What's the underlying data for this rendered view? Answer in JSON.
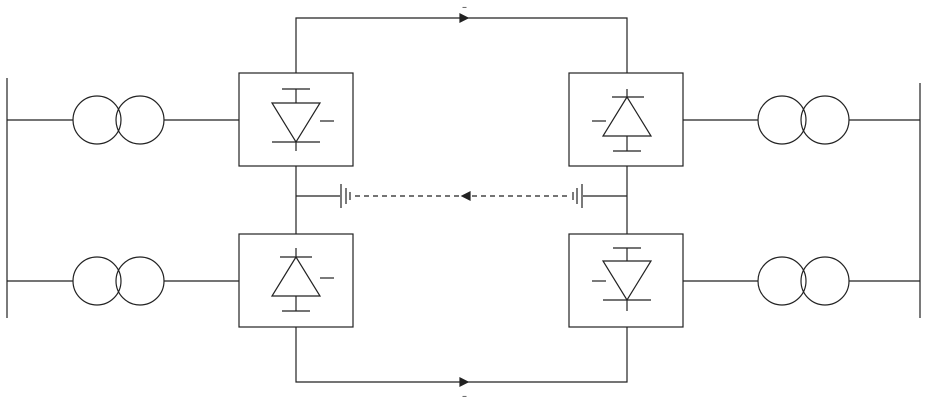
{
  "diagram": {
    "title": "",
    "components": {
      "ac_buses": [
        "left-ac-bus",
        "right-ac-bus"
      ],
      "transformers": [
        "transformer-upper-left",
        "transformer-lower-left",
        "transformer-upper-right",
        "transformer-lower-right"
      ],
      "converters": [
        {
          "id": "converter-upper-left",
          "symbol": "thyristor-down"
        },
        {
          "id": "converter-lower-left",
          "symbol": "thyristor-up"
        },
        {
          "id": "converter-upper-right",
          "symbol": "thyristor-up"
        },
        {
          "id": "converter-lower-right",
          "symbol": "thyristor-down"
        }
      ],
      "dc_lines": [
        "dc-line-top",
        "dc-line-bottom"
      ],
      "ground_return": "dashed-ground-return"
    },
    "labels": {
      "top_marker": "–",
      "bottom_marker": "–"
    },
    "colors": {
      "line": "#222222",
      "background": "#ffffff"
    }
  }
}
